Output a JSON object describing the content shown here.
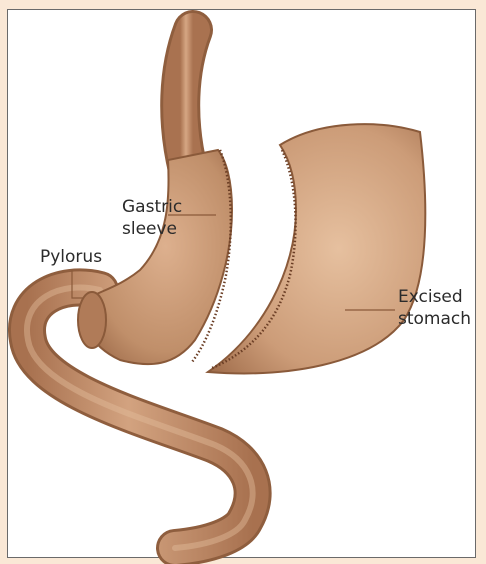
{
  "labels": {
    "gastric": [
      "Gastric",
      "sleeve"
    ],
    "pylorus": "Pylorus",
    "excised": [
      "Excised",
      "stomach"
    ]
  },
  "colors": {
    "page_background": "#fae8d6",
    "panel_background": "#ffffff",
    "tissue_fill": "#c08f6a",
    "tissue_edge": "#8a5a3a",
    "staple_line": "#6b3e25",
    "text": "#2b2b2b"
  }
}
